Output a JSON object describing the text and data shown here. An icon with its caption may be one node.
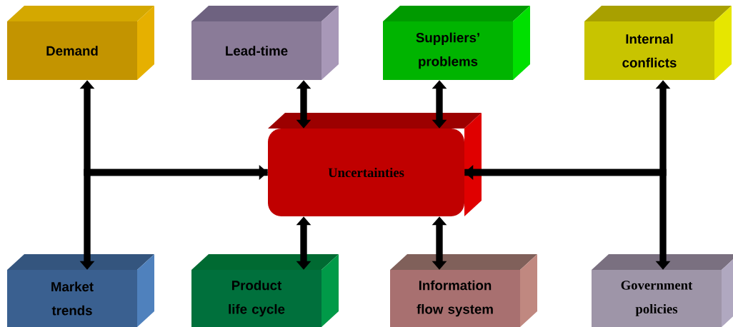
{
  "diagram": {
    "nodes": [
      {
        "text": [
          "Demand"
        ]
      },
      {
        "text": [
          "Lead-time"
        ]
      },
      {
        "text": [
          "Suppliers’ problems"
        ]
      },
      {
        "text": [
          "Internal conflicts"
        ]
      },
      {
        "text": [
          "Uncertainties"
        ]
      },
      {
        "text": [
          "Market trends"
        ]
      },
      {
        "text": [
          "Product life cycle"
        ]
      },
      {
        "text": [
          "Information flow system"
        ]
      },
      {
        "text": [
          "Government policies"
        ]
      }
    ],
    "edges": [
      {
        "from": 0,
        "to": 4,
        "arrow": "both"
      },
      {
        "from": 1,
        "to": 4,
        "arrow": "both"
      },
      {
        "from": 2,
        "to": 4,
        "arrow": "both"
      },
      {
        "from": 3,
        "to": 4,
        "arrow": "both"
      },
      {
        "from": 4,
        "to": 5,
        "arrow": "to"
      },
      {
        "from": 6,
        "to": 4,
        "arrow": "both"
      },
      {
        "from": 7,
        "to": 4,
        "arrow": "both"
      },
      {
        "from": 4,
        "to": 8,
        "arrow": "to"
      }
    ]
  }
}
